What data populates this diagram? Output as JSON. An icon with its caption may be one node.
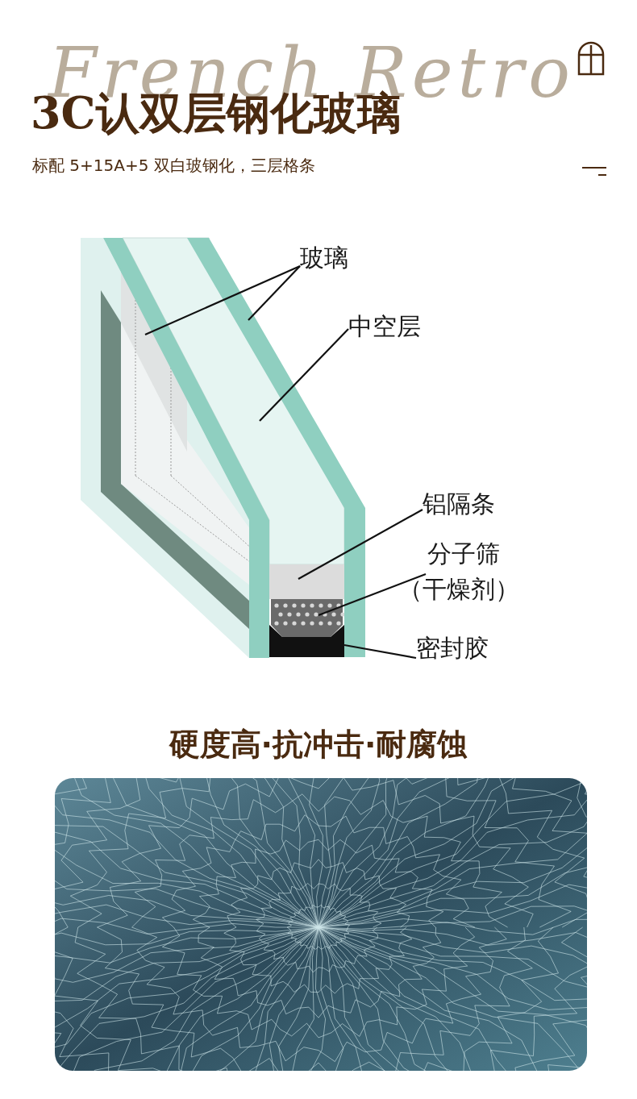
{
  "diagram": {
    "title": "3C认双层钢化玻璃",
    "nodes": [
      {
        "text": [
          "玻璃"
        ]
      },
      {
        "text": [
          "中空层"
        ]
      },
      {
        "text": [
          "铝隔条"
        ]
      },
      {
        "text": [
          "分子筛（干燥剂）"
        ]
      },
      {
        "text": [
          "密封胶"
        ]
      },
      {
        "text": [],
        "shape": "bar"
      },
      {
        "text": [],
        "shape": "bar"
      },
      {
        "text": [],
        "shape": "box"
      },
      {
        "text": [],
        "shape": "bar"
      },
      {
        "text": [],
        "shape": "picture"
      },
      {
        "text": [],
        "shape": "bar"
      }
    ],
    "edges": [
      {
        "from": 0,
        "to": 5,
        "arrow": "none"
      },
      {
        "from": 0,
        "to": 6,
        "arrow": "none"
      },
      {
        "from": 1,
        "to": 7,
        "arrow": "none"
      },
      {
        "from": 2,
        "to": 8,
        "arrow": "none"
      },
      {
        "from": 3,
        "to": 9,
        "arrow": "none"
      },
      {
        "from": 4,
        "to": 10,
        "arrow": "none"
      }
    ],
    "labels": [
      "French Retro",
      "标配 5+15A+5 双白玻钢化，三层格条",
      "硬度高·抗冲击·耐腐蚀"
    ]
  }
}
